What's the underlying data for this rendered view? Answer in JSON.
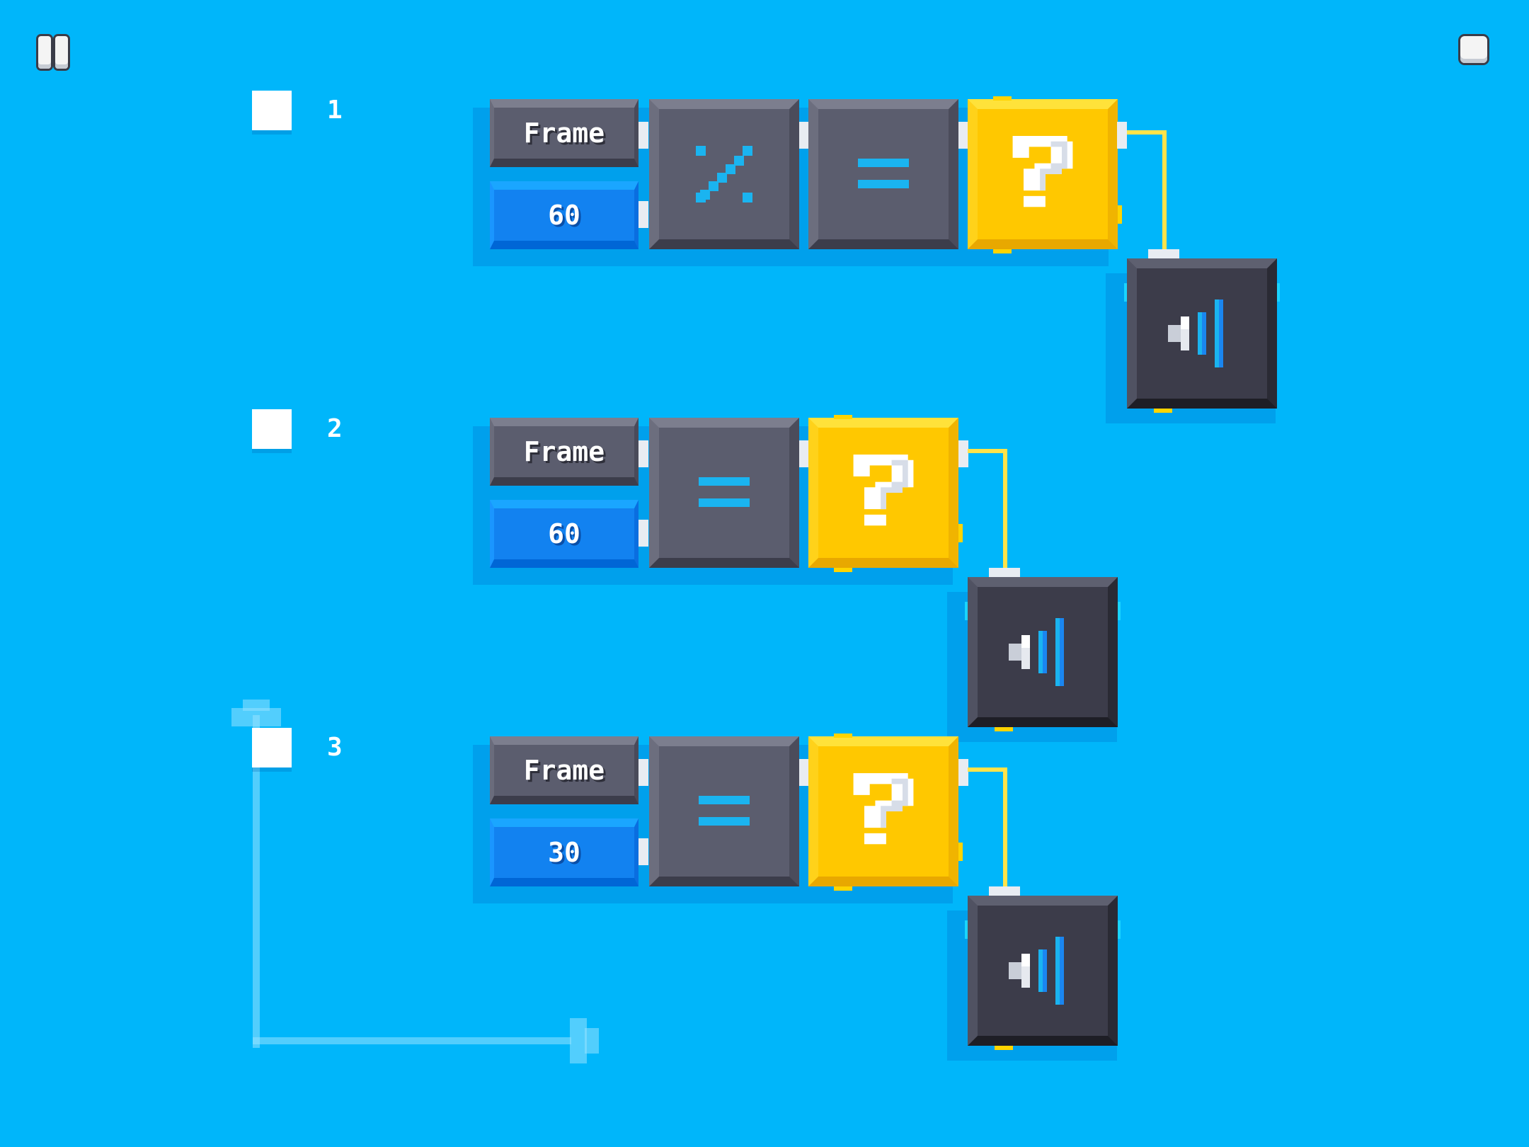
{
  "hud": {
    "pause": "pause",
    "stop": "stop"
  },
  "rows": [
    {
      "number": "1",
      "input_label": "Frame",
      "input_value": "60",
      "operators": [
        "%",
        "="
      ],
      "condition": "?",
      "action": "sound"
    },
    {
      "number": "2",
      "input_label": "Frame",
      "input_value": "60",
      "operators": [
        "="
      ],
      "condition": "?",
      "action": "sound"
    },
    {
      "number": "3",
      "input_label": "Frame",
      "input_value": "30",
      "operators": [
        "="
      ],
      "condition": "?",
      "action": "sound"
    }
  ],
  "colors": {
    "background": "#00b6fa",
    "operator_block": "#5b5d6e",
    "number_block": "#1282f0",
    "condition_block": "#ffc800",
    "speaker_block": "#3c3c4a",
    "wire": "#ffe34a"
  },
  "icons": {
    "pause": "pause-icon",
    "stop": "stop-icon",
    "modulo": "percent-icon",
    "equals": "equals-icon",
    "question": "question-mark-icon",
    "speaker": "speaker-icon"
  }
}
